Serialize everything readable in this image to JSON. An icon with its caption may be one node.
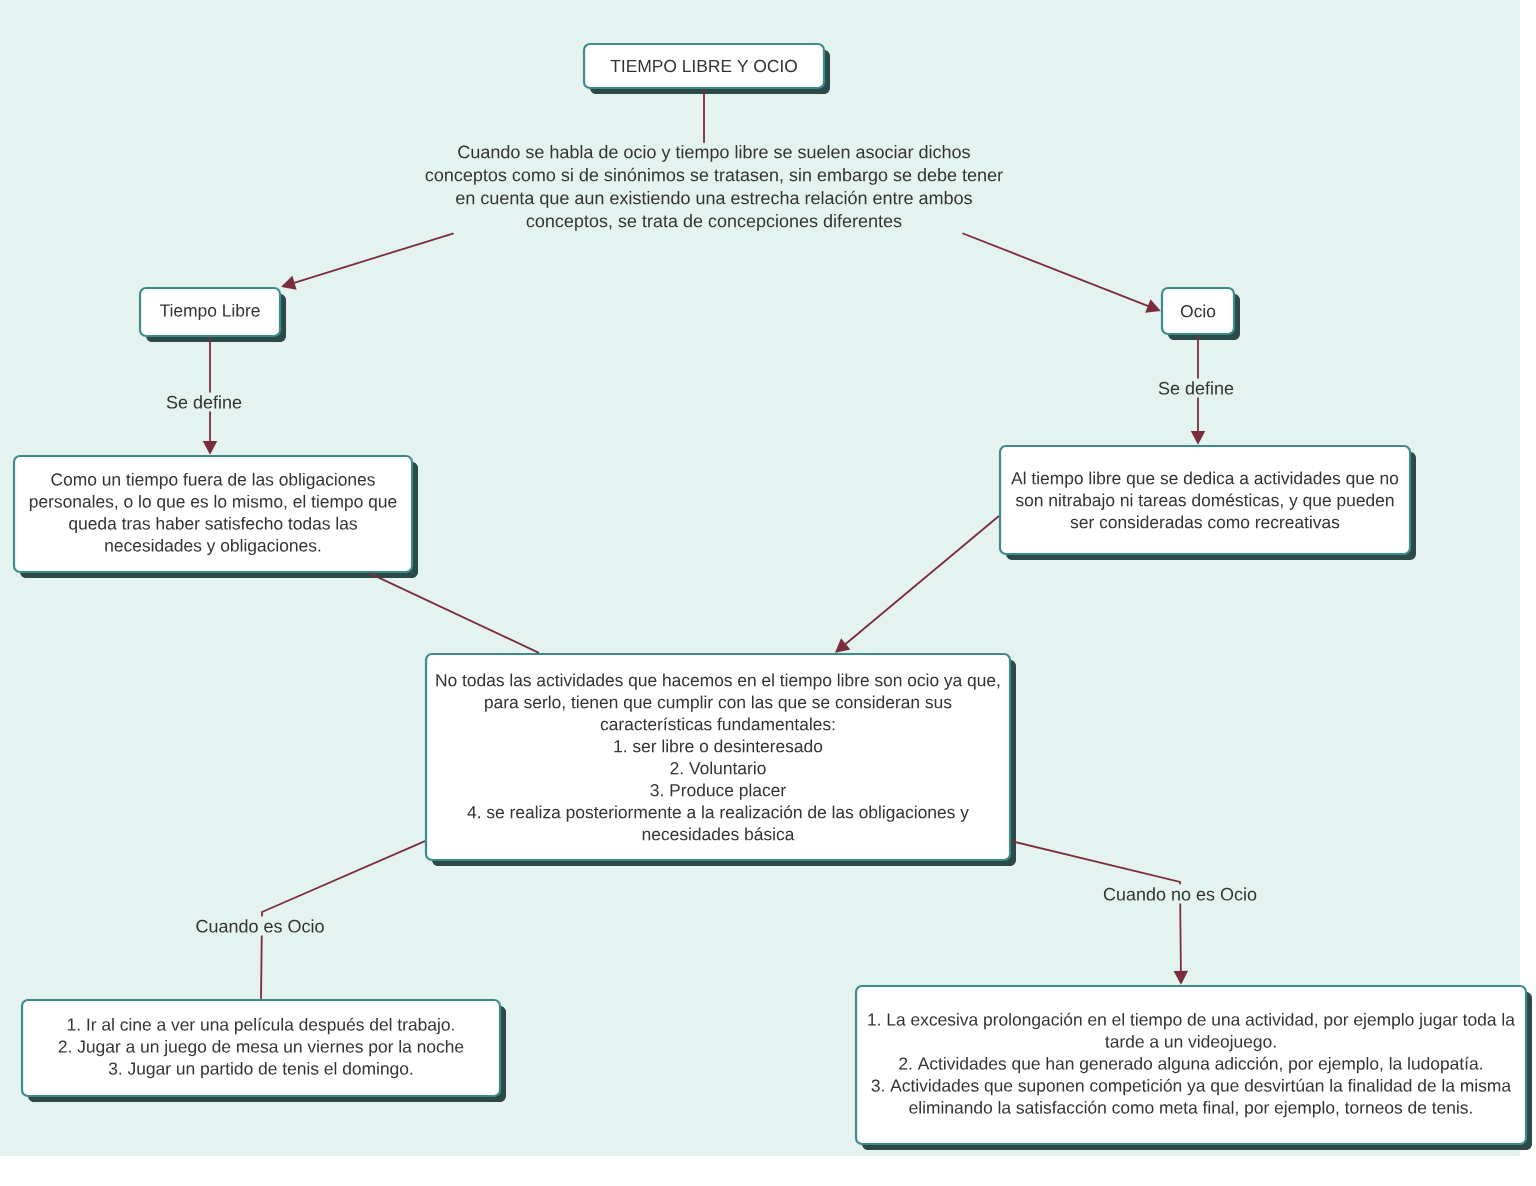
{
  "diagram": {
    "nodes": [
      {
        "text": [
          "TIEMPO LIBRE Y OCIO"
        ]
      },
      {
        "text": [
          "Cuando se habla de ocio y tiempo libre se suelen asociar dichos conceptos como si de sinónimos se tratasen, sin embargo se debe tener en cuenta que aun existiendo una estrecha relación entre ambos conceptos, se trata de concepciones diferentes"
        ]
      },
      {
        "text": [
          "Tiempo Libre"
        ]
      },
      {
        "text": [
          "Ocio"
        ]
      },
      {
        "text": [
          "Como un tiempo fuera de las obligaciones personales, o lo que es lo mismo, el tiempo que queda tras haber satisfecho todas las necesidades y obligaciones."
        ]
      },
      {
        "text": [
          "Al tiempo libre que se dedica a actividades que no son nitrabajo ni tareas domésticas, y que pueden ser consideradas como recreativas"
        ]
      },
      {
        "text": [
          "No todas las actividades que hacemos en el tiempo libre son ocio ya que, para serlo, tienen que cumplir con las que se consideran sus características fundamentales:",
          "1. ser libre o desinteresado",
          "2. Voluntario",
          "3. Produce placer",
          "4. se realiza posteriormente a la realización de las obligaciones y necesidades básica"
        ]
      },
      {
        "text": [
          "1. Ir al cine a ver una película después del trabajo.",
          "2. Jugar a un juego de mesa un viernes por la noche",
          "3. Jugar un partido de tenis el domingo."
        ]
      },
      {
        "text": [
          "1. La excesiva prolongación en el tiempo de una actividad, por ejemplo jugar toda la tarde a un videojuego.",
          "2. Actividades que han generado alguna adicción, por ejemplo, la ludopatía.",
          "3. Actividades que suponen competición ya que desvirtúan la finalidad de la misma eliminando la satisfacción como meta final, por ejemplo, torneos de tenis."
        ]
      }
    ],
    "edges": [
      {
        "from": 0,
        "to": 1,
        "arrow": "none"
      },
      {
        "from": 1,
        "to": 2,
        "arrow": "to"
      },
      {
        "from": 1,
        "to": 3,
        "arrow": "to"
      },
      {
        "from": 2,
        "to": 4,
        "arrow": "to",
        "label": "Se define"
      },
      {
        "from": 3,
        "to": 5,
        "arrow": "to",
        "label": "Se define"
      },
      {
        "from": 4,
        "to": 6,
        "arrow": "none"
      },
      {
        "from": 5,
        "to": 6,
        "arrow": "to"
      },
      {
        "from": 6,
        "to": 7,
        "arrow": "none",
        "label": "Cuando es Ocio"
      },
      {
        "from": 6,
        "to": 8,
        "arrow": "to",
        "label": "Cuando no es Ocio"
      }
    ]
  }
}
